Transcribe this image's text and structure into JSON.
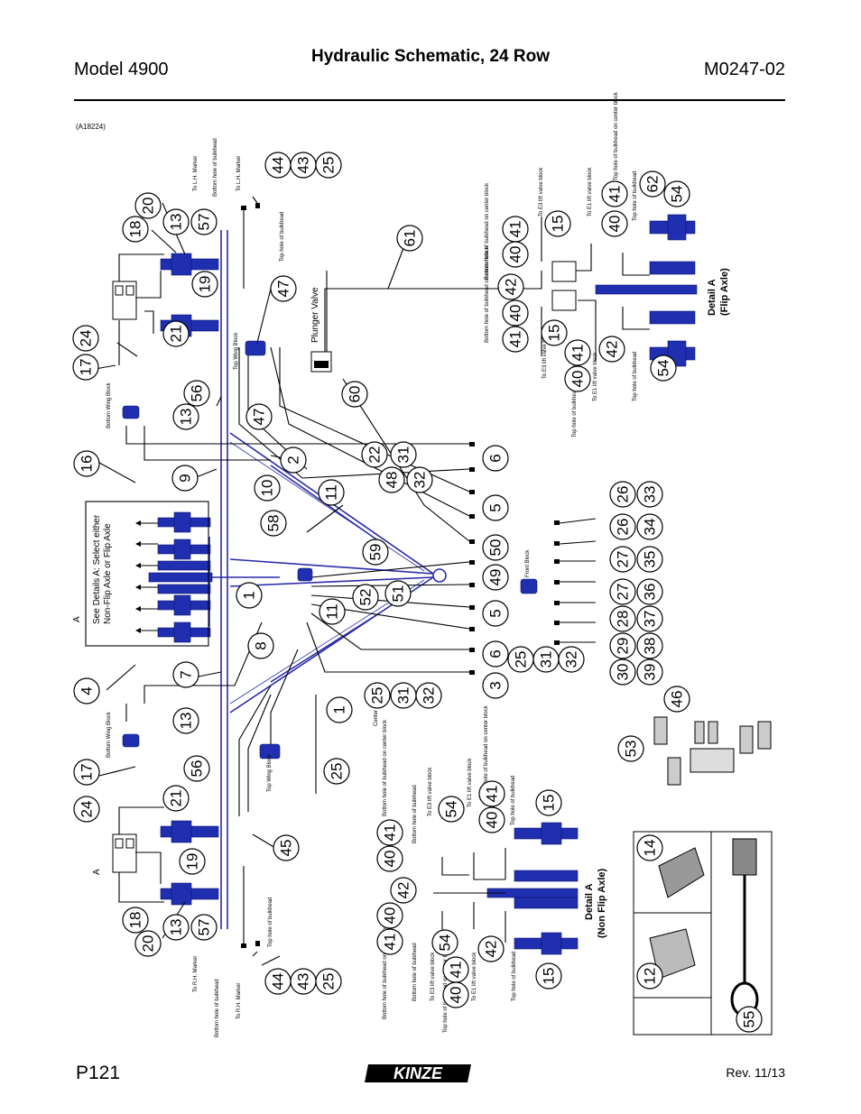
{
  "header": {
    "model": "Model 4900",
    "title": "Hydraulic Schematic, 24 Row",
    "doc_number": "M0247-02"
  },
  "figure_ref": "(A18224)",
  "footer": {
    "page": "P121",
    "revision": "Rev. 11/13",
    "logo_text": "KINZE"
  },
  "labels": {
    "lh_marker": "To L.H. Marker",
    "lh_marker_2": "To L.H. Marker",
    "bottom_bulkhead_lh": "Bottom hole of bulkhead",
    "top_bulkhead_lh": "Top hole of bulkhead",
    "rh_marker": "To R.H. Marker",
    "rh_marker_2": "To R.H. Marker",
    "bottom_bulkhead_rh": "Bottom hole of bulkhead",
    "top_bulkhead_rh": "Top hole of bulkhead",
    "plunger_valve": "Plunger Valve",
    "see_details": "See Details A: Select either",
    "see_details_2": "Non-Flip Axle or Flip Axle",
    "detail_letter": "A",
    "detail_letter_2": "A",
    "top_wing_block": "Top Wing Block",
    "bottom_wing_block": "Bottom Wing Block",
    "center_block": "Center Block",
    "front_block": "Front Block",
    "detail_flip": "Detail A",
    "detail_flip_2": "(Flip Axle)",
    "detail_nonflip": "Detail A",
    "detail_nonflip_2": "(Non Flip Axle)",
    "flip_bottom_center_a": "Bottom hole of bulkhead on center block",
    "flip_bottom_center_b": "Bottom hole of bulkhead on center block",
    "flip_e3_a": "To E3 lift valve block",
    "flip_e1_a": "To E1 lift valve block",
    "flip_top_center_a": "Top hole of bulkhead on center block",
    "flip_top_bulkhead_a": "Top hole of bulkhead",
    "flip_e3_b": "To E3 lift valve block",
    "flip_e1_b": "To E1 lift valve block",
    "flip_top_center_b": "Top hole of bulkhead on center block",
    "flip_top_bulkhead_b": "Top hole of bulkhead",
    "nf_bottom_center_a": "Bottom hole of bulkhead on center block",
    "nf_bottom_bulkhead_a": "Bottom hole of bulkhead",
    "nf_e3_a": "To E3 lift valve block",
    "nf_e1_a": "To E1 lift valve block",
    "nf_top_center_a": "Top hole of bulkhead on center block",
    "nf_top_bulkhead_a": "Top hole of bulkhead",
    "nf_bottom_center_b": "Bottom hole of bulkhead on center block",
    "nf_bottom_bulkhead_b": "Bottom hole of bulkhead",
    "nf_e3_b": "To E3 lift valve block",
    "nf_e1_b": "To E1 lift valve block",
    "nf_top_center_b": "Top hole of bulkhead on center block",
    "nf_top_bulkhead_b": "Top hole of bulkhead"
  },
  "callouts": {
    "c44a": "44",
    "c43a": "43",
    "c25a": "25",
    "c20a": "20",
    "c18a": "18",
    "c13a": "13",
    "c57a": "57",
    "c19a": "19",
    "c21a": "21",
    "c24a": "24",
    "c17a": "17",
    "c47a": "47",
    "c61": "61",
    "c56a": "56",
    "c13b": "13",
    "c47b": "47",
    "c60": "60",
    "c16": "16",
    "c9": "9",
    "c2": "2",
    "c10": "10",
    "c22": "22",
    "c31a": "31",
    "c48": "48",
    "c32a": "32",
    "c6a": "6",
    "c11a": "11",
    "c58": "58",
    "c5a": "5",
    "c50": "50",
    "c59": "59",
    "c49": "49",
    "c1a": "1",
    "c52": "52",
    "c51": "51",
    "c11b": "11",
    "c5b": "5",
    "c8": "8",
    "c6b": "6",
    "c7": "7",
    "c3": "3",
    "c4": "4",
    "c25b": "25",
    "c31b": "31",
    "c32b": "32",
    "c1b": "1",
    "c13c": "13",
    "c56b": "56",
    "c25c": "25",
    "c17b": "17",
    "c24b": "24",
    "c21b": "21",
    "c45": "45",
    "c19b": "19",
    "c18b": "18",
    "c13d": "13",
    "c57b": "57",
    "c20b": "20",
    "c44b": "44",
    "c43b": "43",
    "c25d": "25",
    "c26a": "26",
    "c33": "33",
    "c26b": "26",
    "c34": "34",
    "c27a": "27",
    "c35": "35",
    "c27b": "27",
    "c36": "36",
    "c28": "28",
    "c37": "37",
    "c29": "29",
    "c38": "38",
    "c30": "30",
    "c39": "39",
    "c25e": "25",
    "c31c": "31",
    "c32c": "32",
    "f15a": "15",
    "f40a": "40",
    "f41a": "41",
    "f62": "62",
    "f54a": "54",
    "f40b": "40",
    "f41b": "41",
    "f42a": "42",
    "f41c": "41",
    "f40c": "40",
    "f15b": "15",
    "f41d": "41",
    "f40d": "40",
    "f42b": "42",
    "f54b": "54",
    "n41a": "41",
    "n40a": "40",
    "n42a": "42",
    "n41b": "41",
    "n40b": "40",
    "n54a": "54",
    "n41c": "41",
    "n40c": "40",
    "n15a": "15",
    "n54b": "54",
    "n42b": "42",
    "n41d": "41",
    "n40d": "40",
    "n15b": "15",
    "c46": "46",
    "c53": "53",
    "c14": "14",
    "c12": "12",
    "c55": "55"
  }
}
